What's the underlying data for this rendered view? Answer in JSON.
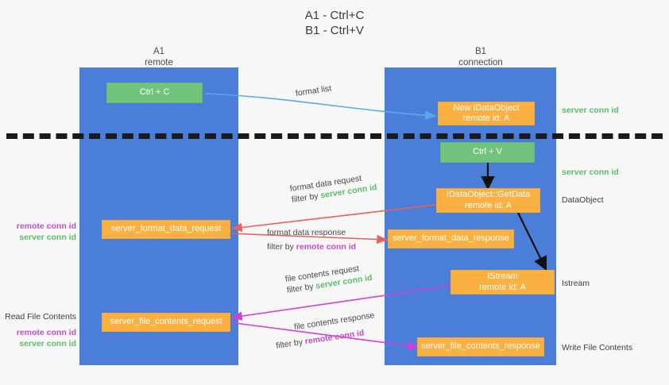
{
  "title": {
    "line1": "A1 - Ctrl+C",
    "line2": "B1 - Ctrl+V"
  },
  "columns": [
    {
      "name": "A1",
      "sub": "remote"
    },
    {
      "name": "B1",
      "sub": "connection"
    }
  ],
  "colors": {
    "lane": "#4a7ed8",
    "green_box": "#72c47c",
    "orange_box": "#fbb042",
    "green_text": "#5bbd6b",
    "purple_text": "#c14ec6",
    "arrow_blue": "#5aa9e6",
    "arrow_red": "#e8615a",
    "arrow_magenta": "#d63fd6",
    "arrow_black": "#111111",
    "background": "#f7f7f7"
  },
  "boxes": {
    "ctrl_c": {
      "l1": "Ctrl + C",
      "l2": ""
    },
    "ctrl_v": {
      "l1": "Ctrl + V",
      "l2": ""
    },
    "new_idataobject": {
      "l1": "New IDataObject",
      "l2": "remote id: A"
    },
    "getdata": {
      "l1": "IDataObject::GetData",
      "l2": "remote id: A"
    },
    "istream": {
      "l1": "IStream",
      "l2": "remote id: A"
    },
    "fmt_req": {
      "l1": "server_format_data_request",
      "l2": ""
    },
    "fmt_resp": {
      "l1": "server_format_data_response",
      "l2": ""
    },
    "file_req": {
      "l1": "server_file_contents_request",
      "l2": ""
    },
    "file_resp": {
      "l1": "server_file_contents_response",
      "l2": ""
    }
  },
  "edges": {
    "format_list": "format list",
    "fmt_data_request": {
      "line1": "format data request",
      "filter_prefix": "filter by ",
      "filter_value": "server conn id"
    },
    "fmt_data_response": {
      "line1": "format data response",
      "filter_prefix": "filter by ",
      "filter_value": "remote conn id"
    },
    "file_contents_request": {
      "line1": "file contents request",
      "filter_prefix": "filter by ",
      "filter_value": "server conn id"
    },
    "file_contents_response": {
      "line1": "file contents response",
      "filter_prefix": "filter by ",
      "filter_value": "remote conn id"
    }
  },
  "right_notes": {
    "server_conn_id_1": "server conn id",
    "server_conn_id_2": "server conn id",
    "dataobject": "DataObject",
    "istream": "Istream",
    "write_file_contents": "Write File Contents"
  },
  "left_notes": {
    "conn_ids_mid": {
      "remote": "remote conn id",
      "server": "server conn id"
    },
    "read_file_contents": "Read File Contents",
    "conn_ids_bottom": {
      "remote": "remote conn id",
      "server": "server conn id"
    }
  }
}
